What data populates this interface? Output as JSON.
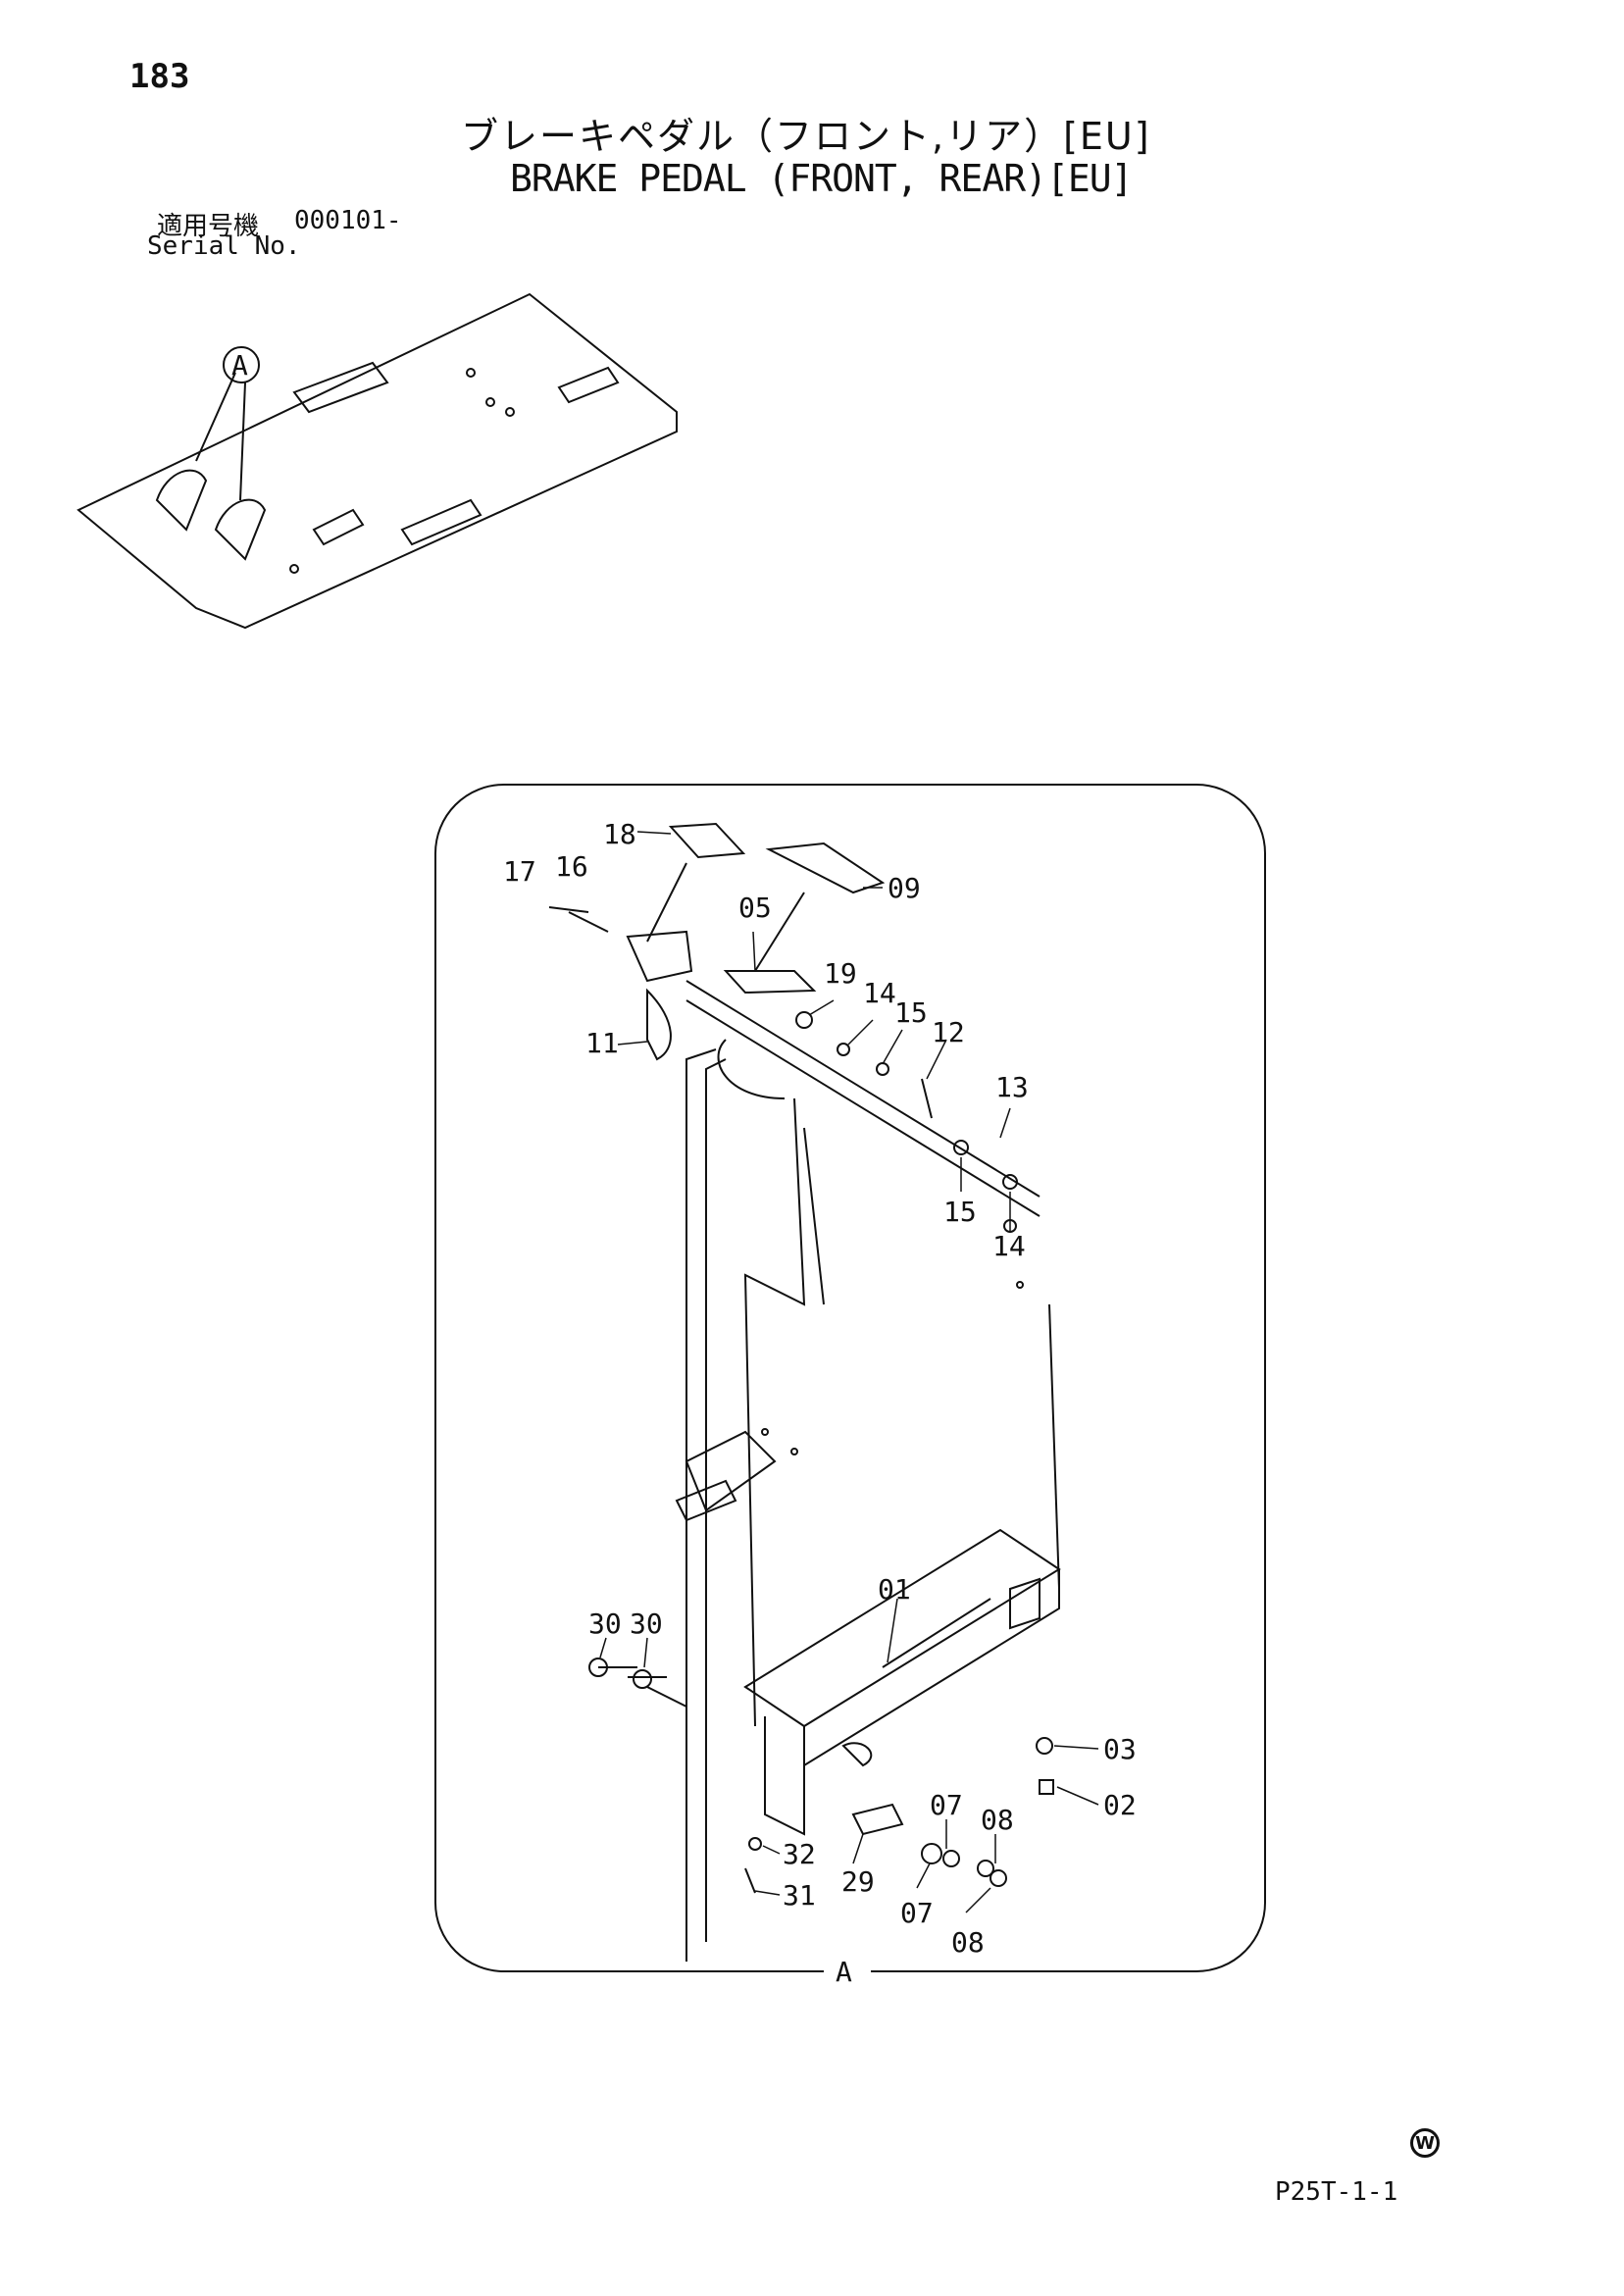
{
  "page_number": "183",
  "title_jp": "ブレーキペダル（フロント,リア）[EU]",
  "title_en": "BRAKE PEDAL (FRONT, REAR)[EU]",
  "serial": {
    "label_jp": "適用号機",
    "label_en": "Serial No.",
    "value": "000101-"
  },
  "overview": {
    "callout": "A"
  },
  "detail": {
    "view_label": "A"
  },
  "part_labels": [
    "18",
    "09",
    "17",
    "16",
    "05",
    "19",
    "14",
    "15",
    "12",
    "11",
    "13",
    "15",
    "14",
    "01",
    "30",
    "30",
    "03",
    "02",
    "07",
    "08",
    "32",
    "29",
    "07",
    "08",
    "31"
  ],
  "page_code": "P25T-1-1",
  "mark": "W"
}
